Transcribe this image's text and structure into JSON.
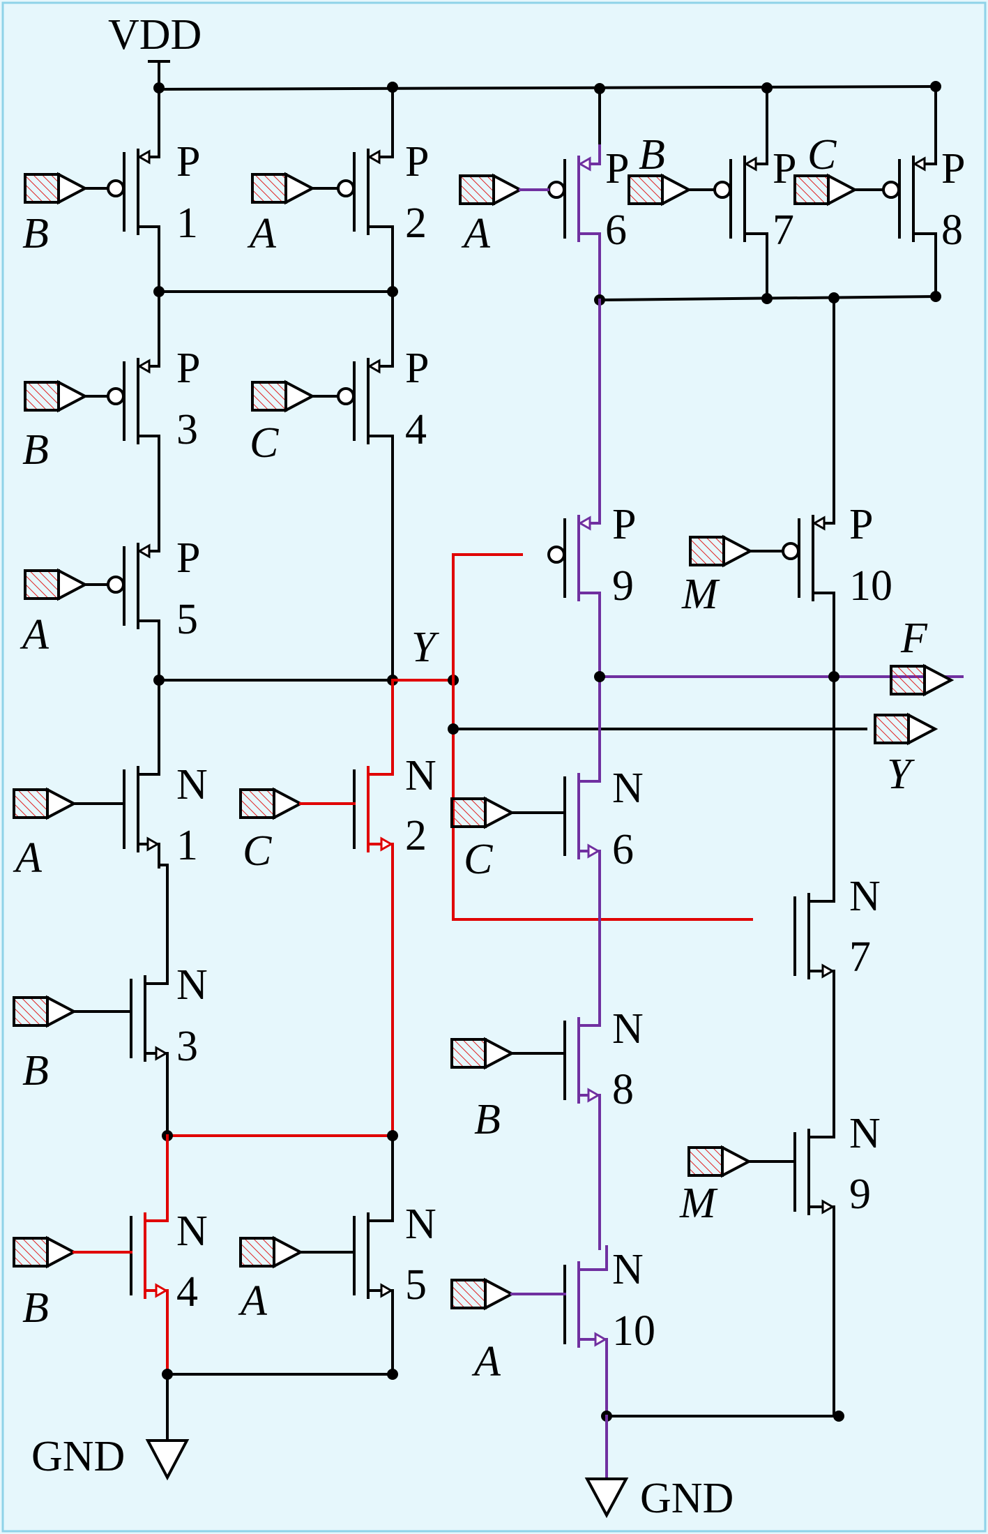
{
  "supply": {
    "vdd": "VDD",
    "gnd": "GND"
  },
  "colors": {
    "background": "#e6f7fc",
    "frame": "#8fd3e8",
    "wire": "#000000",
    "highlight_red": "#e00000",
    "highlight_purple": "#7030a0",
    "input_hatch": "#e02020"
  },
  "icons": {
    "input_port": "hatched-arrow-icon",
    "ground": "ground-triangle-icon"
  },
  "transistors": [
    {
      "type": "P",
      "num": "1",
      "gate": "B"
    },
    {
      "type": "P",
      "num": "2",
      "gate": "A"
    },
    {
      "type": "P",
      "num": "3",
      "gate": "B"
    },
    {
      "type": "P",
      "num": "4",
      "gate": "C"
    },
    {
      "type": "P",
      "num": "5",
      "gate": "A"
    },
    {
      "type": "P",
      "num": "6",
      "gate": "A"
    },
    {
      "type": "P",
      "num": "7",
      "gate": "B"
    },
    {
      "type": "P",
      "num": "8",
      "gate": "C"
    },
    {
      "type": "P",
      "num": "9",
      "gate": ""
    },
    {
      "type": "P",
      "num": "10",
      "gate": "M"
    },
    {
      "type": "N",
      "num": "1",
      "gate": "A"
    },
    {
      "type": "N",
      "num": "2",
      "gate": "C"
    },
    {
      "type": "N",
      "num": "3",
      "gate": "B"
    },
    {
      "type": "N",
      "num": "4",
      "gate": "B"
    },
    {
      "type": "N",
      "num": "5",
      "gate": "A"
    },
    {
      "type": "N",
      "num": "6",
      "gate": "C"
    },
    {
      "type": "N",
      "num": "7",
      "gate": ""
    },
    {
      "type": "N",
      "num": "8",
      "gate": "B"
    },
    {
      "type": "N",
      "num": "9",
      "gate": "M"
    },
    {
      "type": "N",
      "num": "10",
      "gate": "A"
    }
  ],
  "nodes": {
    "internal_y": "Y"
  },
  "outputs": [
    {
      "name": "F"
    },
    {
      "name": "Y"
    }
  ]
}
